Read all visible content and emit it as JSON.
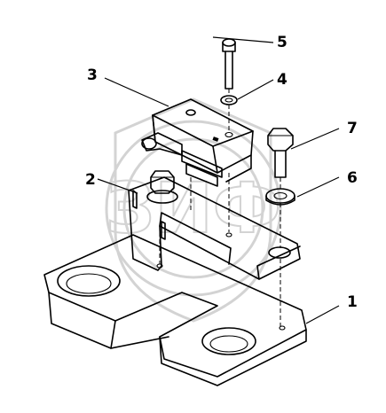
{
  "diagram": {
    "watermark_text": "ЗИФ",
    "callouts": [
      {
        "id": "1",
        "label": "1"
      },
      {
        "id": "2",
        "label": "2"
      },
      {
        "id": "3",
        "label": "3"
      },
      {
        "id": "4",
        "label": "4"
      },
      {
        "id": "5",
        "label": "5"
      },
      {
        "id": "6",
        "label": "6"
      },
      {
        "id": "7",
        "label": "7"
      }
    ]
  }
}
